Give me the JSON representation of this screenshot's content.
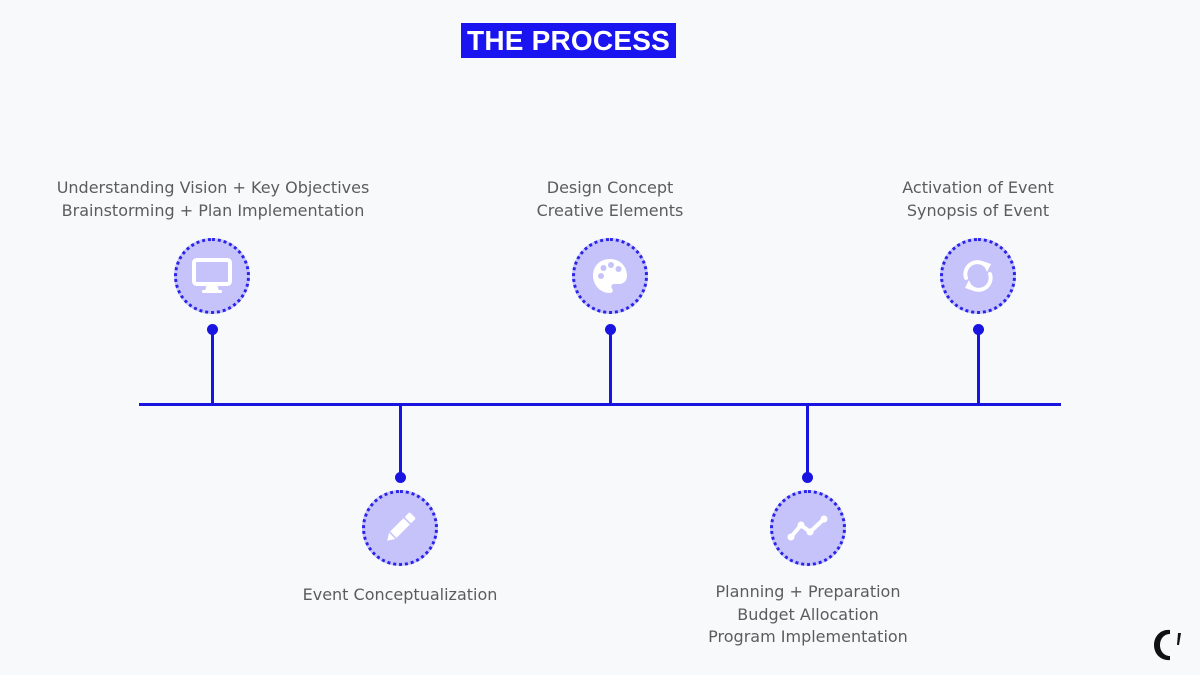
{
  "title": "THE PROCESS",
  "colors": {
    "accent": "#1a14e0",
    "node_fill": "#c5c3fa",
    "background": "#f8f9fb",
    "text": "#5c5c5c"
  },
  "steps": [
    {
      "icon": "monitor-icon",
      "lines": [
        "Understanding Vision + Key Objectives",
        "Brainstorming + Plan Implementation"
      ]
    },
    {
      "icon": "pencil-icon",
      "lines": [
        "Event Conceptualization"
      ]
    },
    {
      "icon": "palette-icon",
      "lines": [
        "Design Concept",
        "Creative Elements"
      ]
    },
    {
      "icon": "line-chart-icon",
      "lines": [
        "Planning + Preparation",
        "Budget Allocation",
        "Program Implementation"
      ]
    },
    {
      "icon": "refresh-icon",
      "lines": [
        "Activation of Event",
        "Synopsis of Event"
      ]
    }
  ],
  "logo": "brand-logo-icon"
}
